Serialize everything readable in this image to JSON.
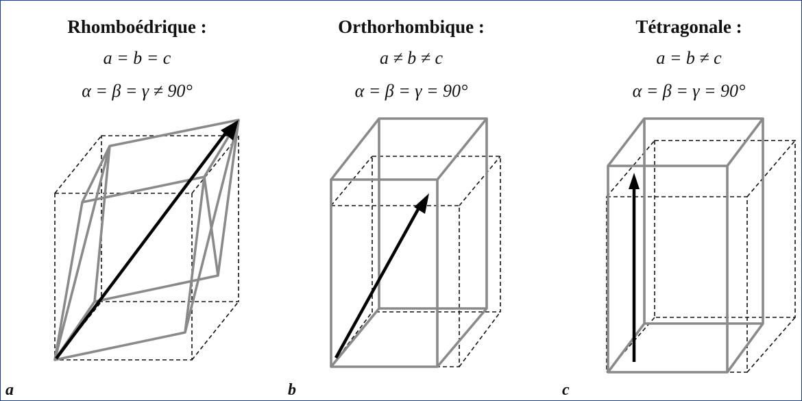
{
  "panels": [
    {
      "letter": "a",
      "title": "Rhomboédrique :",
      "eq1": "a = b = c",
      "eq2": "α = β = γ ≠ 90°"
    },
    {
      "letter": "b",
      "title": "Orthorhombique :",
      "eq1": "a ≠ b ≠ c",
      "eq2": "α = β = γ = 90°"
    },
    {
      "letter": "c",
      "title": "Tétragonale :",
      "eq1": "a = b ≠ c",
      "eq2": "α = β = γ = 90°"
    }
  ],
  "colors": {
    "frame": "#1d3f7a",
    "solid_edges": "#8a8a8a",
    "dashed_edges": "#111111",
    "arrow": "#000000"
  }
}
